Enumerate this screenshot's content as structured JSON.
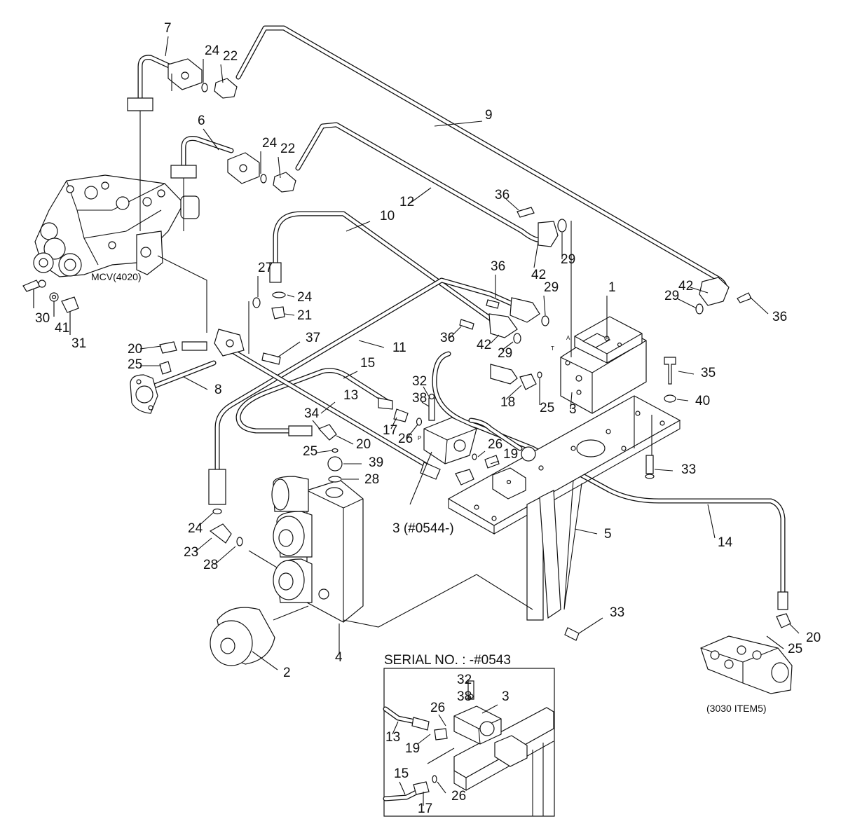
{
  "diagram": {
    "inset_title": "SERIAL NO. : -#0543",
    "component_labels": {
      "mcv": "MCV(4020)",
      "item5": "(3030 ITEM5)",
      "valve_alt": "3 (#0544-)",
      "port_a": "A",
      "port_t": "T",
      "port_p": "P"
    },
    "part_numbers": [
      {
        "id": "p7",
        "text": "7"
      },
      {
        "id": "p24a",
        "text": "24"
      },
      {
        "id": "p22a",
        "text": "22"
      },
      {
        "id": "p9",
        "text": "9"
      },
      {
        "id": "p6",
        "text": "6"
      },
      {
        "id": "p24b",
        "text": "24"
      },
      {
        "id": "p22b",
        "text": "22"
      },
      {
        "id": "p12",
        "text": "12"
      },
      {
        "id": "p36a",
        "text": "36"
      },
      {
        "id": "p10",
        "text": "10"
      },
      {
        "id": "p29a",
        "text": "29"
      },
      {
        "id": "p27",
        "text": "27"
      },
      {
        "id": "p24c",
        "text": "24"
      },
      {
        "id": "p21",
        "text": "21"
      },
      {
        "id": "p36b",
        "text": "36"
      },
      {
        "id": "p42a",
        "text": "42"
      },
      {
        "id": "p29b",
        "text": "29"
      },
      {
        "id": "p1",
        "text": "1"
      },
      {
        "id": "p42b",
        "text": "42"
      },
      {
        "id": "p29c",
        "text": "29"
      },
      {
        "id": "p36c",
        "text": "36"
      },
      {
        "id": "p30",
        "text": "30"
      },
      {
        "id": "p41",
        "text": "41"
      },
      {
        "id": "p31",
        "text": "31"
      },
      {
        "id": "p36d",
        "text": "36"
      },
      {
        "id": "p42c",
        "text": "42"
      },
      {
        "id": "p29d",
        "text": "29"
      },
      {
        "id": "p37",
        "text": "37"
      },
      {
        "id": "p11",
        "text": "11"
      },
      {
        "id": "p20a",
        "text": "20"
      },
      {
        "id": "p25a",
        "text": "25"
      },
      {
        "id": "p15a",
        "text": "15"
      },
      {
        "id": "p35",
        "text": "35"
      },
      {
        "id": "p8",
        "text": "8"
      },
      {
        "id": "p32a",
        "text": "32"
      },
      {
        "id": "p13a",
        "text": "13"
      },
      {
        "id": "p38a",
        "text": "38"
      },
      {
        "id": "p18",
        "text": "18"
      },
      {
        "id": "p25b",
        "text": "25"
      },
      {
        "id": "p3a",
        "text": "3"
      },
      {
        "id": "p40",
        "text": "40"
      },
      {
        "id": "p34",
        "text": "34"
      },
      {
        "id": "p17a",
        "text": "17"
      },
      {
        "id": "p26a",
        "text": "26"
      },
      {
        "id": "p20b",
        "text": "20"
      },
      {
        "id": "p26b",
        "text": "26"
      },
      {
        "id": "p25c",
        "text": "25"
      },
      {
        "id": "p19a",
        "text": "19"
      },
      {
        "id": "p39",
        "text": "39"
      },
      {
        "id": "p33a",
        "text": "33"
      },
      {
        "id": "p28a",
        "text": "28"
      },
      {
        "id": "p24d",
        "text": "24"
      },
      {
        "id": "p23",
        "text": "23"
      },
      {
        "id": "p28b",
        "text": "28"
      },
      {
        "id": "p5",
        "text": "5"
      },
      {
        "id": "p14",
        "text": "14"
      },
      {
        "id": "p33b",
        "text": "33"
      },
      {
        "id": "p20c",
        "text": "20"
      },
      {
        "id": "p25d",
        "text": "25"
      },
      {
        "id": "p4",
        "text": "4"
      },
      {
        "id": "p2",
        "text": "2"
      },
      {
        "id": "p32b",
        "text": "32"
      },
      {
        "id": "p38b",
        "text": "38"
      },
      {
        "id": "p3b",
        "text": "3"
      },
      {
        "id": "p26c",
        "text": "26"
      },
      {
        "id": "p13b",
        "text": "13"
      },
      {
        "id": "p19b",
        "text": "19"
      },
      {
        "id": "p15b",
        "text": "15"
      },
      {
        "id": "p26d",
        "text": "26"
      },
      {
        "id": "p17b",
        "text": "17"
      }
    ]
  }
}
